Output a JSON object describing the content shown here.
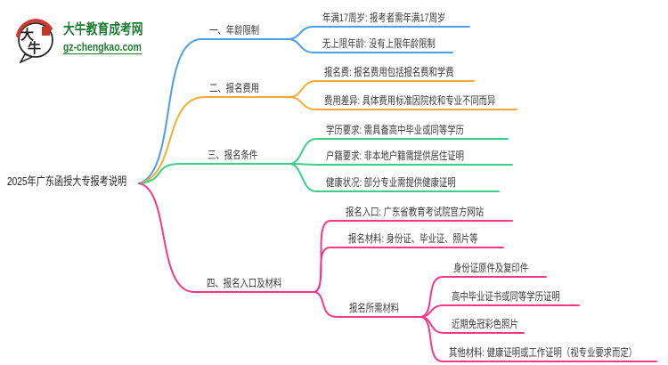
{
  "logo": {
    "icon_char1": "大",
    "icon_char2": "牛",
    "title": "大牛教育成考网",
    "domain": "gz-chengkao.com"
  },
  "root": {
    "label": "2025年广东函授大专报考说明"
  },
  "colors": {
    "blue": "#4C9FE8",
    "orange": "#F7AC30",
    "green": "#3BCE85",
    "pink": "#F43A87",
    "brand_green": "#1D7C33",
    "seal_red": "#C53429",
    "text": "#3A3A3A"
  },
  "branches": [
    {
      "label": "一、年龄限制",
      "color": "blue",
      "children": [
        {
          "label": "年满17周岁: 报考者需年满17周岁"
        },
        {
          "label": "无上限年龄: 没有上限年龄限制"
        }
      ]
    },
    {
      "label": "二、报名费用",
      "color": "orange",
      "children": [
        {
          "label": "报名费: 报名费用包括报名费和学费"
        },
        {
          "label": "费用差异: 具体费用标准因院校和专业不同而异"
        }
      ]
    },
    {
      "label": "三、报名条件",
      "color": "green",
      "children": [
        {
          "label": "学历要求: 需具备高中毕业或同等学历"
        },
        {
          "label": "户籍要求: 非本地户籍需提供居住证明"
        },
        {
          "label": "健康状况: 部分专业需提供健康证明"
        }
      ]
    },
    {
      "label": "四、报名入口及材料",
      "color": "pink",
      "children": [
        {
          "label": "报名入口: 广东省教育考试院官方网站"
        },
        {
          "label": "报名材料: 身份证、毕业证、照片等"
        },
        {
          "label": "报名所需材料",
          "children": [
            {
              "label": "身份证原件及复印件"
            },
            {
              "label": "高中毕业证书或同等学历证明"
            },
            {
              "label": "近期免冠彩色照片"
            },
            {
              "label": "其他材料: 健康证明或工作证明（视专业要求而定）"
            }
          ]
        }
      ]
    }
  ]
}
